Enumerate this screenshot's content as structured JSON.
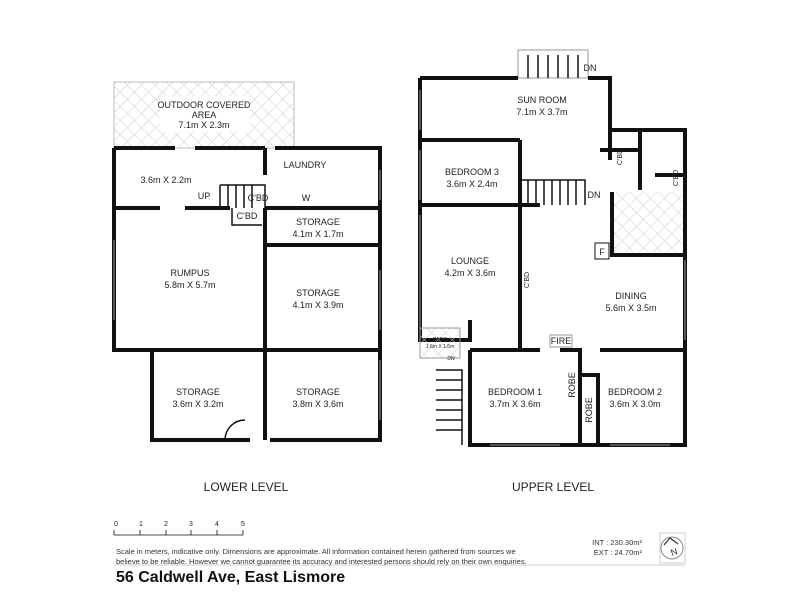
{
  "lower_level": {
    "label": "LOWER LEVEL",
    "rooms": [
      {
        "name": "OUTDOOR COVERED",
        "name2": "AREA",
        "size": "7.1m X 2.3m"
      },
      {
        "name": "",
        "size": "3.6m X 2.2m"
      },
      {
        "name": "LAUNDRY",
        "size": ""
      },
      {
        "name": "STORAGE",
        "size": "4.1m X 1.7m"
      },
      {
        "name": "RUMPUS",
        "size": "5.8m X 5.7m"
      },
      {
        "name": "STORAGE",
        "size": "4.1m X 3.9m"
      },
      {
        "name": "STORAGE",
        "size": "3.6m X 3.2m"
      },
      {
        "name": "STORAGE",
        "size": "3.8m X 3.6m"
      }
    ],
    "marks": {
      "up": "UP",
      "cbd1": "C'BD",
      "cbd2": "C'BD",
      "w": "W"
    }
  },
  "upper_level": {
    "label": "UPPER LEVEL",
    "rooms": [
      {
        "name": "SUN ROOM",
        "size": "7.1m X 3.7m"
      },
      {
        "name": "BEDROOM 3",
        "size": "3.6m X 2.4m"
      },
      {
        "name": "LOUNGE",
        "size": "4.2m X 3.6m"
      },
      {
        "name": "DINING",
        "size": "5.6m X 3.5m"
      },
      {
        "name": "PATIO",
        "size": "1.6m X 1.6m"
      },
      {
        "name": "BEDROOM 1",
        "size": "3.7m X 3.6m"
      },
      {
        "name": "BEDROOM 2",
        "size": "3.6m X 3.0m"
      }
    ],
    "marks": {
      "dn_top": "DN",
      "dn_mid": "DN",
      "dn_patio": "DN",
      "cbd1": "C'BD",
      "cbd2": "C'BD",
      "cbd3": "C'BD",
      "f": "F",
      "fire": "FIRE",
      "robe1": "ROBE",
      "robe2": "ROBE"
    }
  },
  "scale": {
    "ticks": [
      "0",
      "1",
      "2",
      "3",
      "4",
      "5"
    ]
  },
  "disclaimer": {
    "line1": "Scale in meters, indicative only. Dimensions are approximate. All information contained herein gathered from sources we",
    "line2": "believe to be reliable. However we cannot guarantee its accuracy and interested persons should rely on their own enquiries."
  },
  "area": {
    "int": "INT : 230.30m²",
    "ext": "EXT : 24.70m²"
  },
  "compass": {
    "label": "N"
  },
  "address": "56 Caldwell Ave, East Lismore"
}
